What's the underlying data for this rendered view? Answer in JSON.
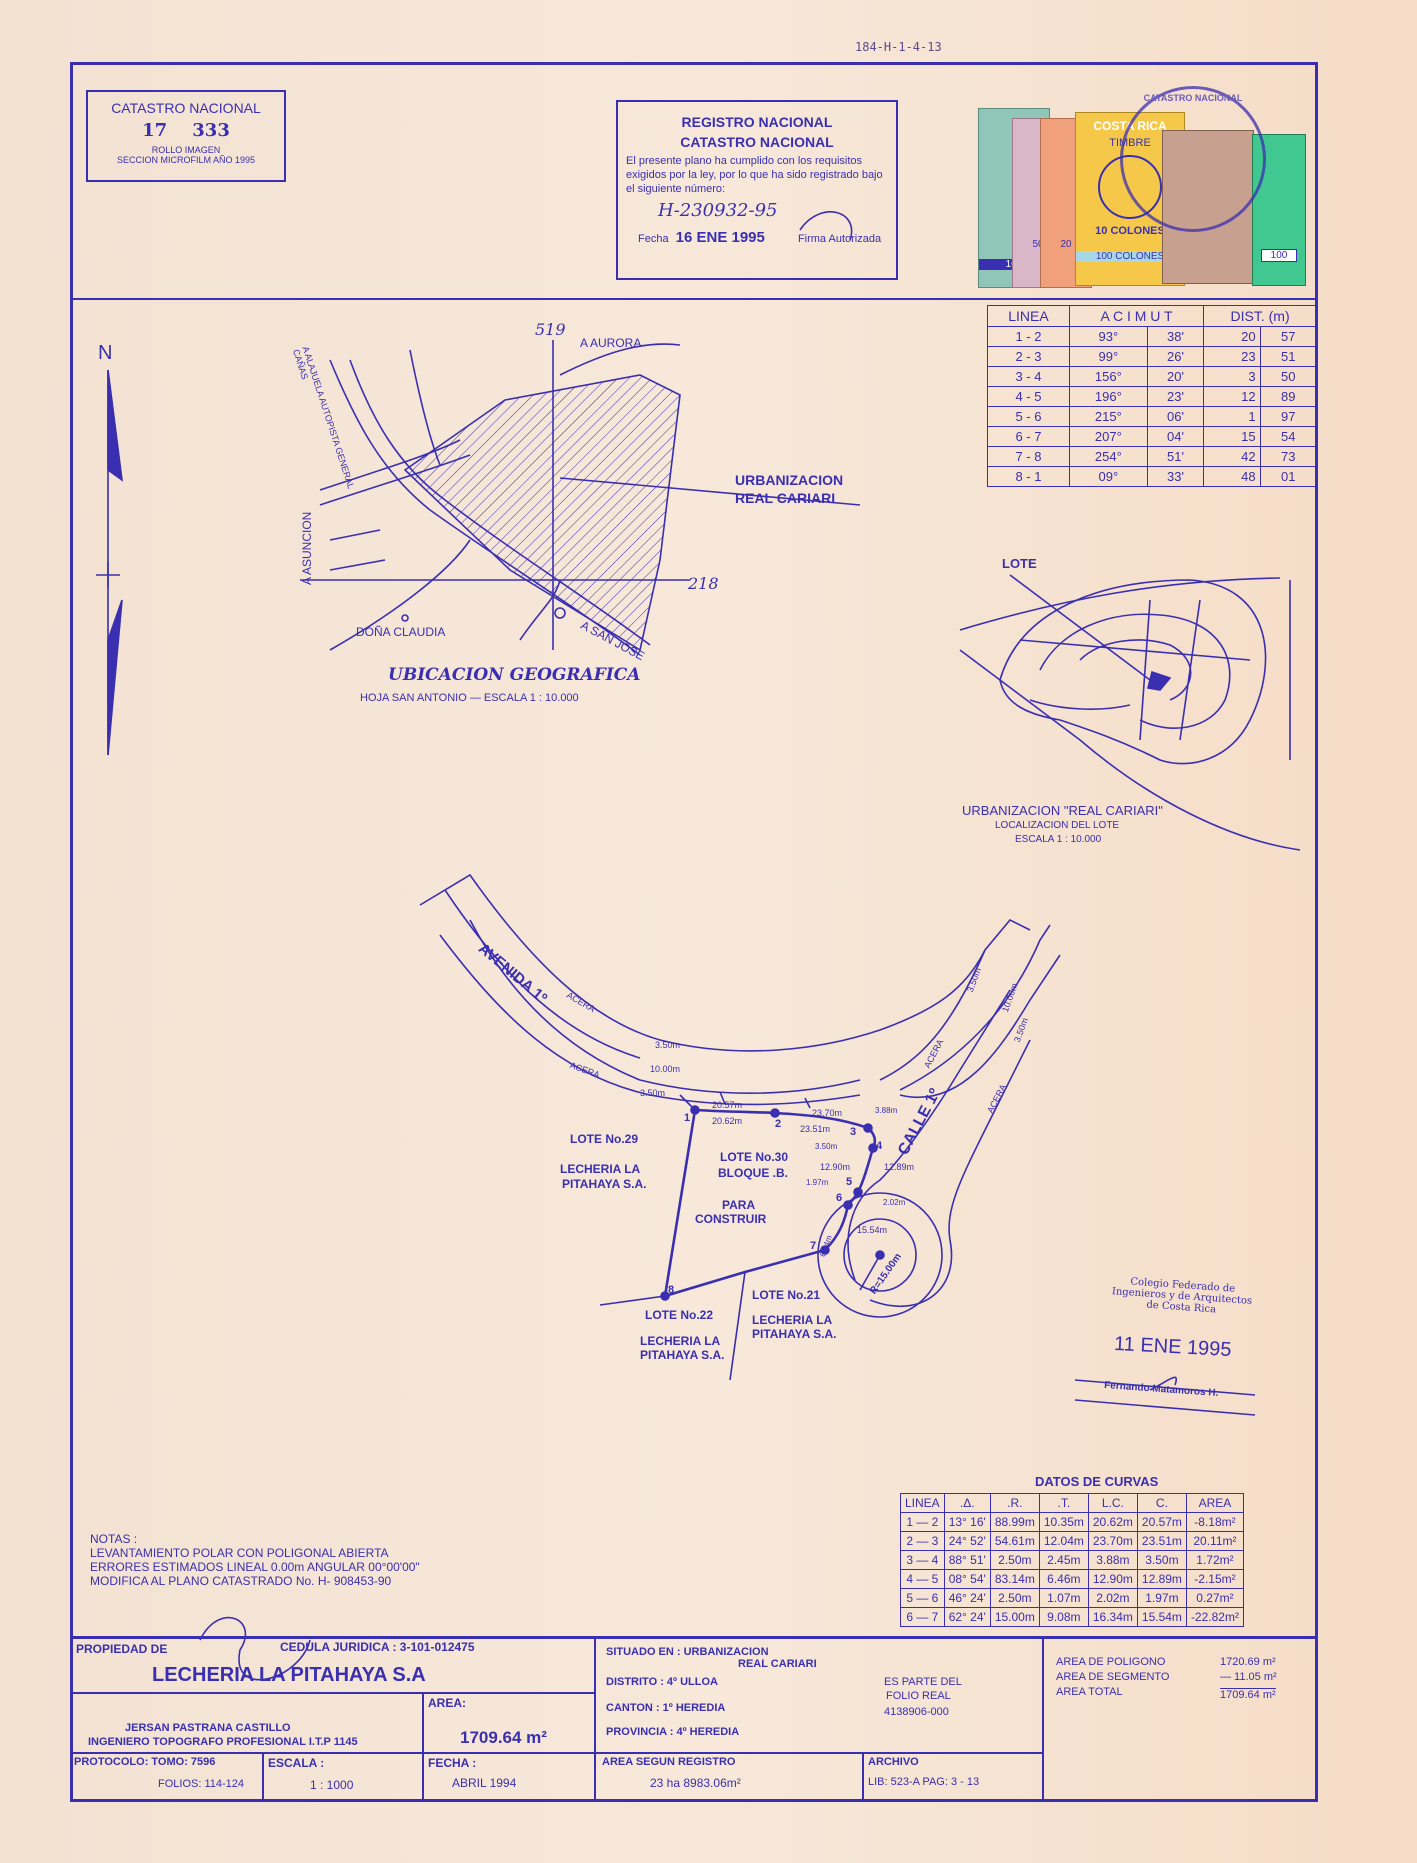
{
  "file_code": "184-H-1-4-13",
  "catastro_box": {
    "title": "CATASTRO NACIONAL",
    "number_a": "17",
    "number_b": "333",
    "line1": "ROLLO IMAGEN",
    "line2": "SECCION MICROFILM AÑO 1995"
  },
  "registro_stamp": {
    "title1": "REGISTRO NACIONAL",
    "title2": "CATASTRO NACIONAL",
    "body": "El presente plano ha cumplido con los requisitos exigidos por la ley, por lo que ha sido registrado bajo el siguiente número:",
    "number": "H-230932-95",
    "fecha_label": "Fecha",
    "fecha_value": "16 ENE 1995",
    "firma_label": "Firma Autorizada"
  },
  "stamps": {
    "costa_rica": "COSTA RICA",
    "timbre": "TIMBRE",
    "diez_colones": "10 COLONES",
    "cien_colones": "100 COLONES",
    "v100": "100",
    "v50": "50",
    "v20": "20",
    "seal_text": "CATASTRO NACIONAL"
  },
  "north_label": "N",
  "rumbos_table": {
    "headers": [
      "LINEA",
      "A C I M U T",
      "DIST. (m)"
    ],
    "rows": [
      [
        "1 - 2",
        "93°",
        "38'",
        "20",
        "57"
      ],
      [
        "2 - 3",
        "99°",
        "26'",
        "23",
        "51"
      ],
      [
        "3 - 4",
        "156°",
        "20'",
        "3",
        "50"
      ],
      [
        "4 - 5",
        "196°",
        "23'",
        "12",
        "89"
      ],
      [
        "5 - 6",
        "215°",
        "06'",
        "1",
        "97"
      ],
      [
        "6 - 7",
        "207°",
        "04'",
        "15",
        "54"
      ],
      [
        "7 - 8",
        "254°",
        "51'",
        "42",
        "73"
      ],
      [
        "8 - 1",
        "09°",
        "33'",
        "48",
        "01"
      ]
    ]
  },
  "location_map": {
    "coord_top": "519",
    "coord_right": "218",
    "aurora": "A AURORA",
    "autopista": "A ALAJUELA AUTOPISTA GENERAL CAÑAS",
    "asuncion": "A ASUNCION",
    "dona_claudia": "DOÑA CLAUDIA",
    "san_jose": "A SAN JOSE",
    "urbanizacion_1": "URBANIZACION",
    "urbanizacion_2": "REAL CARIARI",
    "title": "UBICACION   GEOGRAFICA",
    "subtitle": "HOJA SAN ANTONIO   —   ESCALA  1 : 10.000"
  },
  "lot_location": {
    "lote": "LOTE",
    "title": "URBANIZACION  \"REAL CARIARI\"",
    "sub1": "LOCALIZACION   DEL  LOTE",
    "sub2": "ESCALA  1 : 10.000"
  },
  "main_plan": {
    "avenida": "AVENIDA 1º",
    "calle": "CALLE 1º",
    "acera": "ACERA",
    "w350": "3.50m",
    "w1000": "10.00m",
    "lote29_1": "LOTE No.29",
    "lote29_2": "LECHERIA LA",
    "lote29_3": "PITAHAYA S.A.",
    "lote30_1": "LOTE No.30",
    "lote30_2": "BLOQUE .B.",
    "construir_1": "PARA",
    "construir_2": "CONSTRUIR",
    "lote21_1": "LOTE No.21",
    "lote21_2": "LECHERIA LA",
    "lote21_3": "PITAHAYA S.A.",
    "lote22_1": "LOTE No.22",
    "lote22_2": "LECHERIA LA",
    "lote22_3": "PITAHAYA S.A.",
    "d2057": "20.57m",
    "d2062": "20.62m",
    "d2370": "23.70m",
    "d2351": "23.51m",
    "d388": "3.88m",
    "d350": "3.50m",
    "d1290": "12.90m",
    "d1289": "12.89m",
    "d197": "1.97m",
    "d202": "2.02m",
    "d1554": "15.54m",
    "d634": "6.34m",
    "r1500": "R=15.00m",
    "p1": "1",
    "p2": "2",
    "p3": "3",
    "p4": "4",
    "p5": "5",
    "p6": "6",
    "p7": "7",
    "p8": "8"
  },
  "colegio_stamp": {
    "line1": "Colegio Federado de",
    "line2": "Ingenieros y de Arquitectos",
    "line3": "de Costa Rica",
    "date": "11 ENE 1995",
    "name": "Fernando  Matamoros H."
  },
  "curvas_table": {
    "title": "DATOS  DE  CURVAS",
    "headers": [
      "LINEA",
      ".Δ.",
      ".R.",
      ".T.",
      "L.C.",
      "C.",
      "AREA"
    ],
    "rows": [
      [
        "1 — 2",
        "13° 16'",
        "88.99m",
        "10.35m",
        "20.62m",
        "20.57m",
        "-8.18m²"
      ],
      [
        "2 — 3",
        "24° 52'",
        "54.61m",
        "12.04m",
        "23.70m",
        "23.51m",
        "20.11m²"
      ],
      [
        "3 — 4",
        "88° 51'",
        "2.50m",
        "2.45m",
        "3.88m",
        "3.50m",
        "1.72m²"
      ],
      [
        "4 — 5",
        "08° 54'",
        "83.14m",
        "6.46m",
        "12.90m",
        "12.89m",
        "-2.15m²"
      ],
      [
        "5 — 6",
        "46° 24'",
        "2.50m",
        "1.07m",
        "2.02m",
        "1.97m",
        "0.27m²"
      ],
      [
        "6 — 7",
        "62° 24'",
        "15.00m",
        "9.08m",
        "16.34m",
        "15.54m",
        "-22.82m²"
      ]
    ]
  },
  "notas": {
    "title": "NOTAS :",
    "line1": "LEVANTAMIENTO POLAR CON POLIGONAL ABIERTA",
    "line2": "ERRORES ESTIMADOS   LINEAL  0.00m   ANGULAR  00°00'00\"",
    "line3": "MODIFICA AL PLANO CATASTRADO No. H- 908453-90"
  },
  "title_block": {
    "propiedad_label": "PROPIEDAD DE",
    "cedula": "CEDULA JURIDICA : 3-101-012475",
    "owner": "LECHERIA LA PITAHAYA S.A",
    "engineer1": "JERSAN PASTRANA CASTILLO",
    "engineer2": "INGENIERO TOPOGRAFO PROFESIONAL I.T.P 1145",
    "area_label": "AREA:",
    "area_value": "1709.64  m²",
    "protocolo": "PROTOCOLO: TOMO: 7596",
    "folios": "FOLIOS: 114-124",
    "escala_label": "ESCALA :",
    "escala_value": "1 : 1000",
    "fecha_label": "FECHA :",
    "fecha_value": "ABRIL  1994",
    "situado1": "SITUADO EN : URBANIZACION",
    "situado2": "REAL CARIARI",
    "distrito": "DISTRITO : 4º ULLOA",
    "canton": "CANTON : 1º HEREDIA",
    "provincia": "PROVINCIA : 4º HEREDIA",
    "folio1": "ES PARTE DEL",
    "folio2": "FOLIO REAL",
    "folio3": "4138906-000",
    "area_registro_label": "AREA SEGUN REGISTRO",
    "area_registro_value": "23 ha  8983.06m²",
    "archivo_label": "ARCHIVO",
    "archivo_value": "LIB: 523-A   PAG: 3 - 13",
    "area_poligono_label": "AREA  DE  POLIGONO",
    "area_poligono_value": "1720.69 m²",
    "area_segmento_label": "AREA  DE  SEGMENTO",
    "area_segmento_value": "— 11.05 m²",
    "area_total_label": "AREA  TOTAL",
    "area_total_value": "1709.64 m²"
  }
}
